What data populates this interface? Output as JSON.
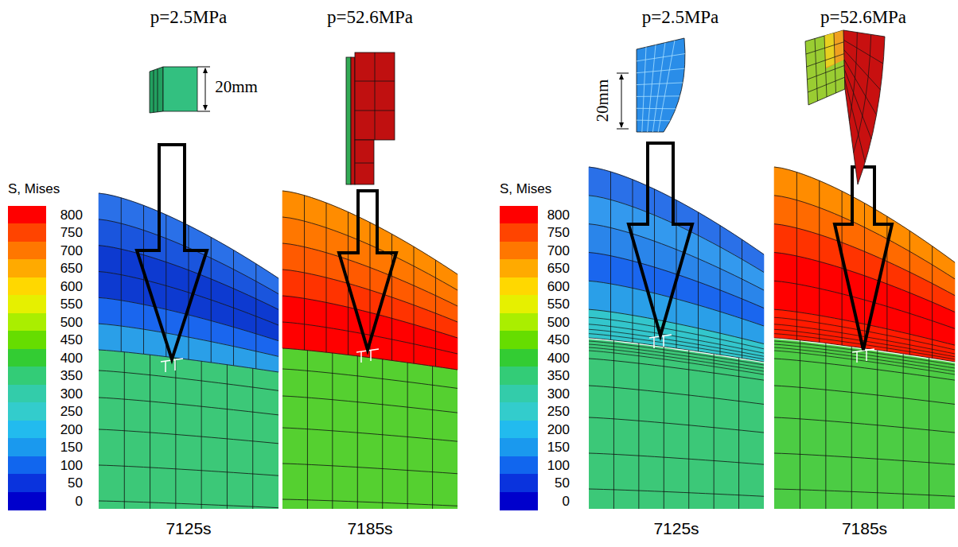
{
  "diagram": {
    "nodes": [
      {
        "text": [
          "7125s"
        ]
      },
      {
        "text": [
          "7185s"
        ]
      },
      {
        "text": [
          "7125s"
        ]
      },
      {
        "text": [
          "7185s"
        ]
      }
    ],
    "labels": [
      "p=2.5MPa",
      "p=52.6MPa",
      "p=2.5MPa",
      "p=52.6MPa",
      "20mm",
      "20mm",
      "S, Mises",
      "S, Mises"
    ],
    "legend": [
      {
        "text": "800",
        "color": "#ff0000"
      },
      {
        "text": "750",
        "color": "#ff4400"
      },
      {
        "text": "700",
        "color": "#ff7700"
      },
      {
        "text": "650",
        "color": "#ffaa00"
      },
      {
        "text": "600",
        "color": "#ffd800"
      },
      {
        "text": "550",
        "color": "#e6f000"
      },
      {
        "text": "500",
        "color": "#aaee00"
      },
      {
        "text": "450",
        "color": "#66dd00"
      },
      {
        "text": "400",
        "color": "#33cc33"
      },
      {
        "text": "350",
        "color": "#33cc77"
      },
      {
        "text": "300",
        "color": "#33ccaa"
      },
      {
        "text": "250",
        "color": "#33cccc"
      },
      {
        "text": "200",
        "color": "#22bbee"
      },
      {
        "text": "150",
        "color": "#1a99ee"
      },
      {
        "text": "100",
        "color": "#1166ee"
      },
      {
        "text": "50",
        "color": "#0a33dd"
      },
      {
        "text": "0",
        "color": "#0000cc"
      },
      {
        "text": "800",
        "color": "#ff0000"
      },
      {
        "text": "750",
        "color": "#ff4400"
      },
      {
        "text": "700",
        "color": "#ff7700"
      },
      {
        "text": "650",
        "color": "#ffaa00"
      },
      {
        "text": "600",
        "color": "#ffd800"
      },
      {
        "text": "550",
        "color": "#e6f000"
      },
      {
        "text": "500",
        "color": "#aaee00"
      },
      {
        "text": "450",
        "color": "#66dd00"
      },
      {
        "text": "400",
        "color": "#33cc33"
      },
      {
        "text": "350",
        "color": "#33cc77"
      },
      {
        "text": "300",
        "color": "#33ccaa"
      },
      {
        "text": "250",
        "color": "#33cccc"
      },
      {
        "text": "200",
        "color": "#22bbee"
      },
      {
        "text": "150",
        "color": "#1a99ee"
      },
      {
        "text": "100",
        "color": "#1166ee"
      },
      {
        "text": "50",
        "color": "#0a33dd"
      },
      {
        "text": "0",
        "color": "#0000cc"
      }
    ]
  }
}
